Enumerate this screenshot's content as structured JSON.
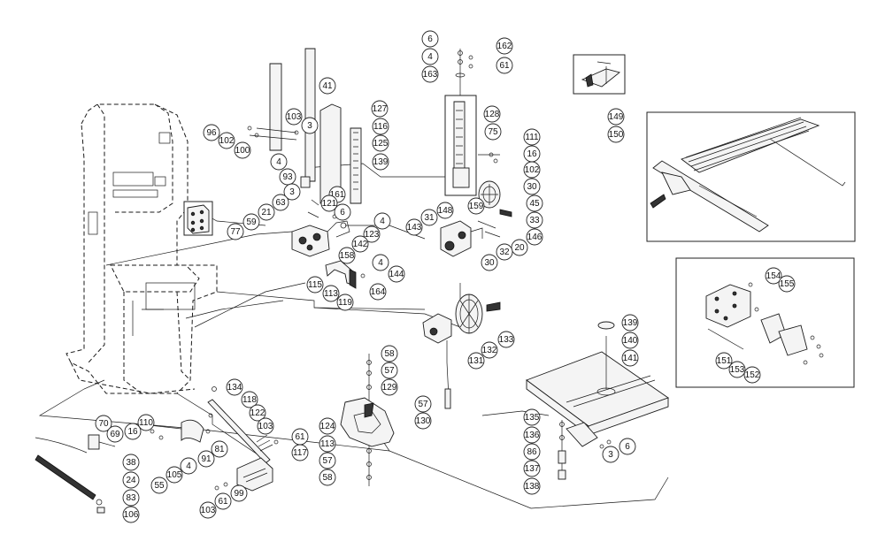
{
  "diagram": {
    "callouts": [
      {
        "id": "c-6a",
        "label": "6"
      },
      {
        "id": "c-4a",
        "label": "4"
      },
      {
        "id": "c-163",
        "label": "163"
      },
      {
        "id": "c-162",
        "label": "162"
      },
      {
        "id": "c-61a",
        "label": "61"
      },
      {
        "id": "c-41",
        "label": "41"
      },
      {
        "id": "c-127",
        "label": "127"
      },
      {
        "id": "c-103a",
        "label": "103"
      },
      {
        "id": "c-3a",
        "label": "3"
      },
      {
        "id": "c-96",
        "label": "96"
      },
      {
        "id": "c-102a",
        "label": "102"
      },
      {
        "id": "c-100",
        "label": "100"
      },
      {
        "id": "c-4b",
        "label": "4"
      },
      {
        "id": "c-116",
        "label": "116"
      },
      {
        "id": "c-125",
        "label": "125"
      },
      {
        "id": "c-139",
        "label": "139"
      },
      {
        "id": "c-93",
        "label": "93"
      },
      {
        "id": "c-128",
        "label": "128"
      },
      {
        "id": "c-75",
        "label": "75"
      },
      {
        "id": "c-111",
        "label": "111"
      },
      {
        "id": "c-16a",
        "label": "16"
      },
      {
        "id": "c-102b",
        "label": "102"
      },
      {
        "id": "c-30a",
        "label": "30"
      },
      {
        "id": "c-45",
        "label": "45"
      },
      {
        "id": "c-33",
        "label": "33"
      },
      {
        "id": "c-146",
        "label": "146"
      },
      {
        "id": "c-20",
        "label": "20"
      },
      {
        "id": "c-32",
        "label": "32"
      },
      {
        "id": "c-159",
        "label": "159"
      },
      {
        "id": "c-148",
        "label": "148"
      },
      {
        "id": "c-31",
        "label": "31"
      },
      {
        "id": "c-143",
        "label": "143"
      },
      {
        "id": "c-3b",
        "label": "3"
      },
      {
        "id": "c-161",
        "label": "161"
      },
      {
        "id": "c-121",
        "label": "121"
      },
      {
        "id": "c-6b",
        "label": "6"
      },
      {
        "id": "c-4c",
        "label": "4"
      },
      {
        "id": "c-63",
        "label": "63"
      },
      {
        "id": "c-21",
        "label": "21"
      },
      {
        "id": "c-123",
        "label": "123"
      },
      {
        "id": "c-59",
        "label": "59"
      },
      {
        "id": "c-142",
        "label": "142"
      },
      {
        "id": "c-158",
        "label": "158"
      },
      {
        "id": "c-77",
        "label": "77"
      },
      {
        "id": "c-4d",
        "label": "4"
      },
      {
        "id": "c-144",
        "label": "144"
      },
      {
        "id": "c-115",
        "label": "115"
      },
      {
        "id": "c-113a",
        "label": "113"
      },
      {
        "id": "c-164",
        "label": "164"
      },
      {
        "id": "c-119",
        "label": "119"
      },
      {
        "id": "c-30b",
        "label": "30"
      },
      {
        "id": "c-133",
        "label": "133"
      },
      {
        "id": "c-132",
        "label": "132"
      },
      {
        "id": "c-131",
        "label": "131"
      },
      {
        "id": "c-58a",
        "label": "58"
      },
      {
        "id": "c-57a",
        "label": "57"
      },
      {
        "id": "c-129",
        "label": "129"
      },
      {
        "id": "c-57b",
        "label": "57"
      },
      {
        "id": "c-130",
        "label": "130"
      },
      {
        "id": "c-124",
        "label": "124"
      },
      {
        "id": "c-113b",
        "label": "113"
      },
      {
        "id": "c-57c",
        "label": "57"
      },
      {
        "id": "c-58b",
        "label": "58"
      },
      {
        "id": "c-134",
        "label": "134"
      },
      {
        "id": "c-118",
        "label": "118"
      },
      {
        "id": "c-122",
        "label": "122"
      },
      {
        "id": "c-110",
        "label": "110"
      },
      {
        "id": "c-16b",
        "label": "16"
      },
      {
        "id": "c-103b",
        "label": "103"
      },
      {
        "id": "c-61b",
        "label": "61"
      },
      {
        "id": "c-117",
        "label": "117"
      },
      {
        "id": "c-70",
        "label": "70"
      },
      {
        "id": "c-69",
        "label": "69"
      },
      {
        "id": "c-38",
        "label": "38"
      },
      {
        "id": "c-24",
        "label": "24"
      },
      {
        "id": "c-83",
        "label": "83"
      },
      {
        "id": "c-106",
        "label": "106"
      },
      {
        "id": "c-55",
        "label": "55"
      },
      {
        "id": "c-105",
        "label": "105"
      },
      {
        "id": "c-4e",
        "label": "4"
      },
      {
        "id": "c-91",
        "label": "91"
      },
      {
        "id": "c-81",
        "label": "81"
      },
      {
        "id": "c-103c",
        "label": "103"
      },
      {
        "id": "c-61c",
        "label": "61"
      },
      {
        "id": "c-99",
        "label": "99"
      },
      {
        "id": "c-139b",
        "label": "139"
      },
      {
        "id": "c-140",
        "label": "140"
      },
      {
        "id": "c-141",
        "label": "141"
      },
      {
        "id": "c-135",
        "label": "135"
      },
      {
        "id": "c-136",
        "label": "136"
      },
      {
        "id": "c-86",
        "label": "86"
      },
      {
        "id": "c-137",
        "label": "137"
      },
      {
        "id": "c-138",
        "label": "138"
      },
      {
        "id": "c-6c",
        "label": "6"
      },
      {
        "id": "c-3c",
        "label": "3"
      },
      {
        "id": "c-149",
        "label": "149"
      },
      {
        "id": "c-150",
        "label": "150"
      },
      {
        "id": "c-154",
        "label": "154"
      },
      {
        "id": "c-155",
        "label": "155"
      },
      {
        "id": "c-151",
        "label": "151"
      },
      {
        "id": "c-153",
        "label": "153"
      },
      {
        "id": "c-152",
        "label": "152"
      }
    ]
  }
}
